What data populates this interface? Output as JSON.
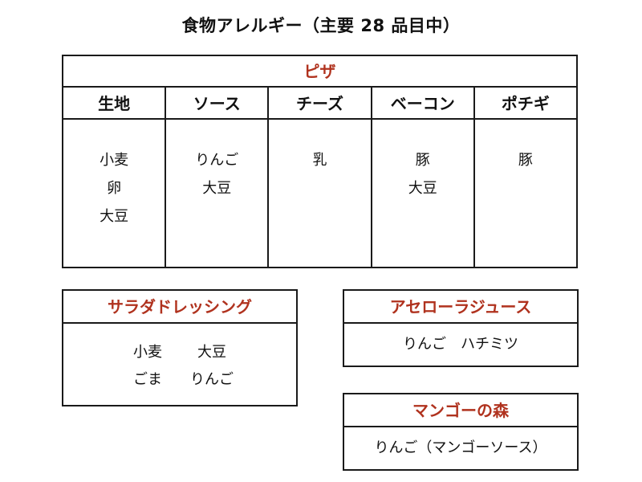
{
  "title": "食物アレルギー（主要 28 品目中）",
  "colors": {
    "accent": "#b0321e",
    "border": "#1a1a1a",
    "text": "#111111"
  },
  "pizza": {
    "name": "ピザ",
    "columns": [
      {
        "header": "生地",
        "items": [
          "小麦",
          "卵",
          "大豆"
        ]
      },
      {
        "header": "ソース",
        "items": [
          "りんご",
          "大豆"
        ]
      },
      {
        "header": "チーズ",
        "items": [
          "乳"
        ]
      },
      {
        "header": "ベーコン",
        "items": [
          "豚",
          "大豆"
        ]
      },
      {
        "header": "ポチギ",
        "items": [
          "豚"
        ]
      }
    ]
  },
  "salad_dressing": {
    "name": "サラダドレッシング",
    "rows": [
      [
        "小麦",
        "大豆"
      ],
      [
        "ごま",
        "りんご"
      ]
    ]
  },
  "acerola_juice": {
    "name": "アセローラジュース",
    "items": "りんご　ハチミツ"
  },
  "mango_forest": {
    "name": "マンゴーの森",
    "items": "りんご（マンゴーソース）"
  }
}
